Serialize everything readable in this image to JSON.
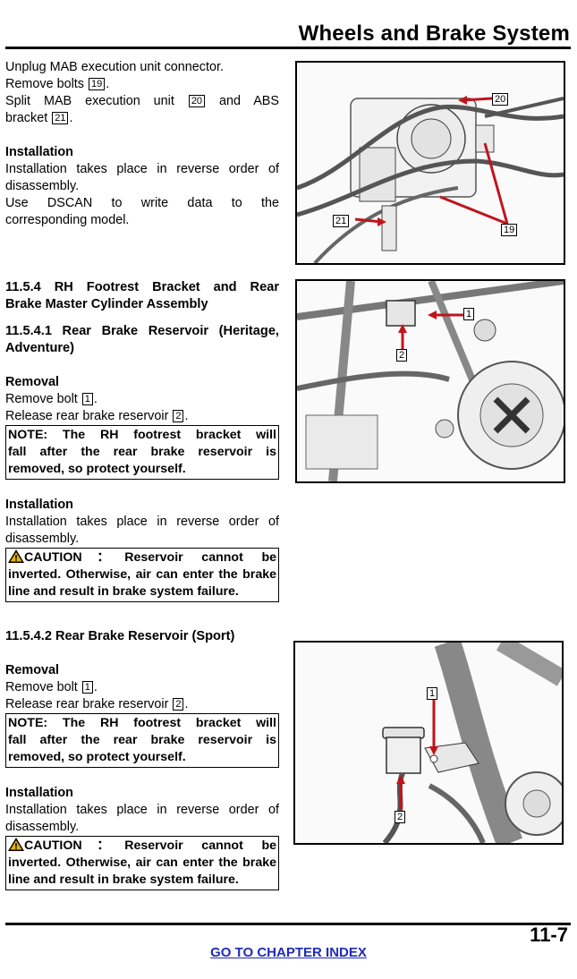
{
  "header": {
    "title": "Wheels and Brake System"
  },
  "section_mab": {
    "line1": "Unplug MAB execution unit connector.",
    "line2_text": "Remove bolts ",
    "line2_ref": "19",
    "line3_text_a": "Split MAB execution unit ",
    "line3_ref_a": "20",
    "line3_text_b": " and ABS",
    "line4_text": "bracket ",
    "line4_ref": "21",
    "installation_title": "Installation",
    "installation_l1": "Installation takes place in reverse order of",
    "installation_l2": "disassembly.",
    "dscan_l1": "Use DSCAN to write data to the",
    "dscan_l2": "corresponding model."
  },
  "section_1154": {
    "title_l1": "11.5.4 RH Footrest Bracket and Rear",
    "title_l2": "Brake Master Cylinder Assembly",
    "sub_l1": "11.5.4.1 Rear Brake Reservoir (Heritage,",
    "sub_l2": "Adventure)",
    "removal_title": "Removal",
    "remove_text": "Remove bolt ",
    "remove_ref": "1",
    "release_text": "Release rear brake reservoir ",
    "release_ref": "2",
    "note_l1": "NOTE: The RH footrest bracket will",
    "note_l2": "fall after the rear brake reservoir is",
    "note_l3": "removed, so protect yourself.",
    "installation_title": "Installation",
    "installation_l1": "Installation takes place in reverse order of",
    "installation_l2": "disassembly.",
    "caution_l1": "CAUTION：Reservoir cannot be",
    "caution_l2": "inverted. Otherwise, air can enter the brake",
    "caution_l3": "line and result in brake system failure."
  },
  "section_11542": {
    "title": "11.5.4.2 Rear Brake Reservoir (Sport)",
    "removal_title": "Removal",
    "remove_text": "Remove bolt ",
    "remove_ref": "1",
    "release_text": "Release rear brake reservoir ",
    "release_ref": "2",
    "note_l1": "NOTE: The RH footrest bracket will",
    "note_l2": "fall after the rear brake reservoir is",
    "note_l3": "removed, so protect yourself.",
    "installation_title": "Installation",
    "installation_l1": "Installation takes place in reverse order of",
    "installation_l2": "disassembly.",
    "caution_l1": "CAUTION：Reservoir cannot be",
    "caution_l2": "inverted. Otherwise, air can enter the brake",
    "caution_l3": "line and result in brake system failure."
  },
  "figures": {
    "fig1_callouts": [
      "20",
      "21",
      "19"
    ],
    "fig2_callouts": [
      "1",
      "2"
    ],
    "fig3_callouts": [
      "1",
      "2"
    ]
  },
  "footer": {
    "page_number": "11-7",
    "chapter_link": "GO TO CHAPTER INDEX"
  },
  "colors": {
    "arrow": "#c0141c",
    "link": "#1f2bb8",
    "warning": "#e8b400"
  },
  "icons": [
    "warning-triangle-icon"
  ]
}
